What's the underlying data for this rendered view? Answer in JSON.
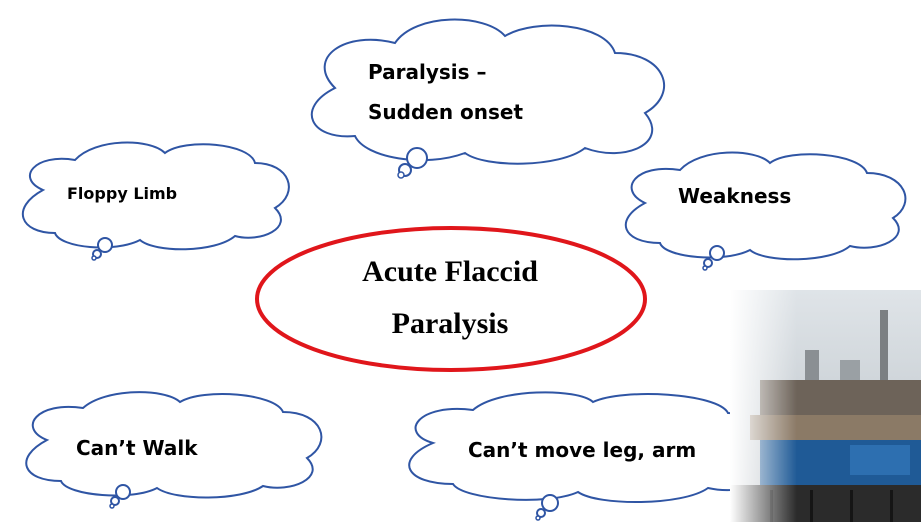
{
  "diagram": {
    "center": {
      "line1": "Acute Flaccid",
      "line2": "Paralysis",
      "border_color": "#e0161b"
    },
    "clouds": {
      "top": {
        "line1": "Paralysis –",
        "line2": "Sudden onset"
      },
      "left": {
        "label": "Floppy Limb"
      },
      "right": {
        "label": "Weakness"
      },
      "bottom_left": {
        "label": "Can’t Walk"
      },
      "bottom_right": {
        "label": "Can’t move leg, arm"
      }
    },
    "cloud_outline_color": "#2f55a4"
  }
}
